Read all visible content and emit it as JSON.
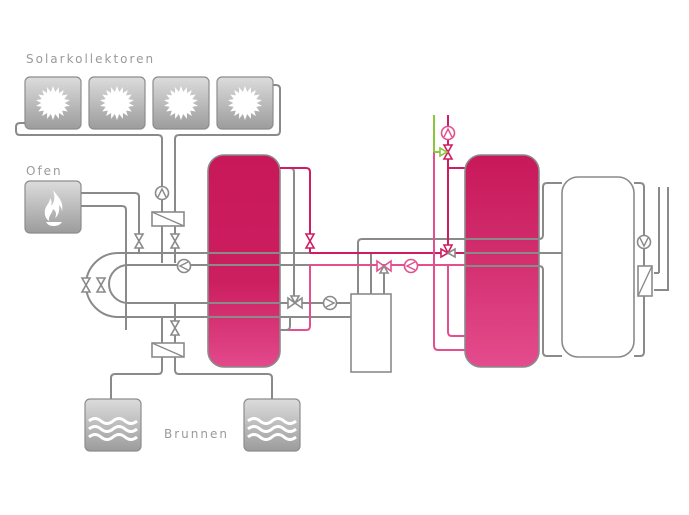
{
  "labels": {
    "solar": "Solarkollektoren",
    "oven": "Ofen",
    "wells": "Brunnen"
  },
  "icons": {
    "solar_collector": "sun-icon",
    "oven": "flame-icon",
    "well": "water-waves-icon",
    "pump": "pump-icon",
    "valve": "valve-icon",
    "three_way_valve": "three-way-valve-icon",
    "heat_exchanger": "heat-exchanger-icon"
  },
  "components": {
    "solar_collectors_count": 4,
    "wells_count": 2,
    "storage_tanks": [
      "buffer-tank-left",
      "buffer-tank-right",
      "hot-water-tank"
    ]
  },
  "colors": {
    "pipe_gray": "#8a8a8a",
    "pipe_hot": "#cf1d62",
    "pipe_warm": "#e4508f",
    "pipe_cold_feed": "#8cc63f",
    "tank_top": "#c8185a",
    "tank_bottom": "#e0478a",
    "box_light": "#d9d9d9",
    "box_dark": "#9e9e9e"
  }
}
